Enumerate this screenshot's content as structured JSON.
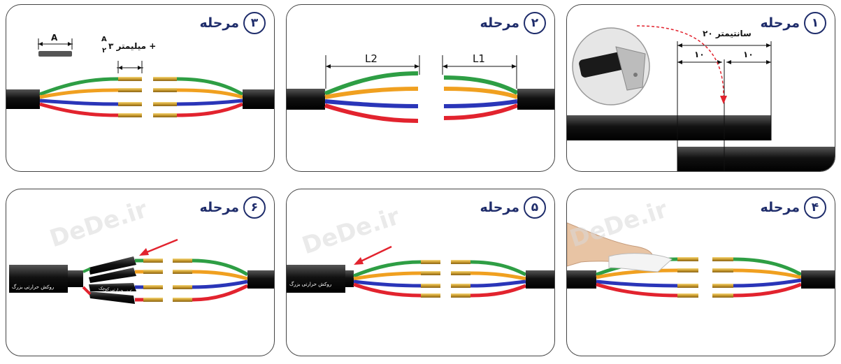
{
  "steps": {
    "word": "مرحله",
    "s1": "۱",
    "s2": "۲",
    "s3": "۳",
    "s4": "۴",
    "s5": "۵",
    "s6": "۶"
  },
  "step1": {
    "total": "۲۰ سانتیمتر",
    "half_a": "۱۰",
    "half_b": "۱۰"
  },
  "step2": {
    "l1": "L1",
    "l2": "L2"
  },
  "step3": {
    "a_label": "A",
    "formula_tail": "۳ میلیمتر +",
    "frac_num": "A",
    "frac_den": "۲"
  },
  "step5": {
    "sleeve": "روکش حرارتی بزرگ"
  },
  "step6": {
    "sleeve_big": "روکش حرارتی بزرگ",
    "sleeve_small": "روکش حرارتی کوچک"
  },
  "watermark": "DeDe.ir",
  "colors": {
    "green": "#2e9e44",
    "orange": "#f0a020",
    "blue": "#2a35b8",
    "red": "#e2232e",
    "cable": "#1a1a1a",
    "title": "#1f2d6b"
  }
}
